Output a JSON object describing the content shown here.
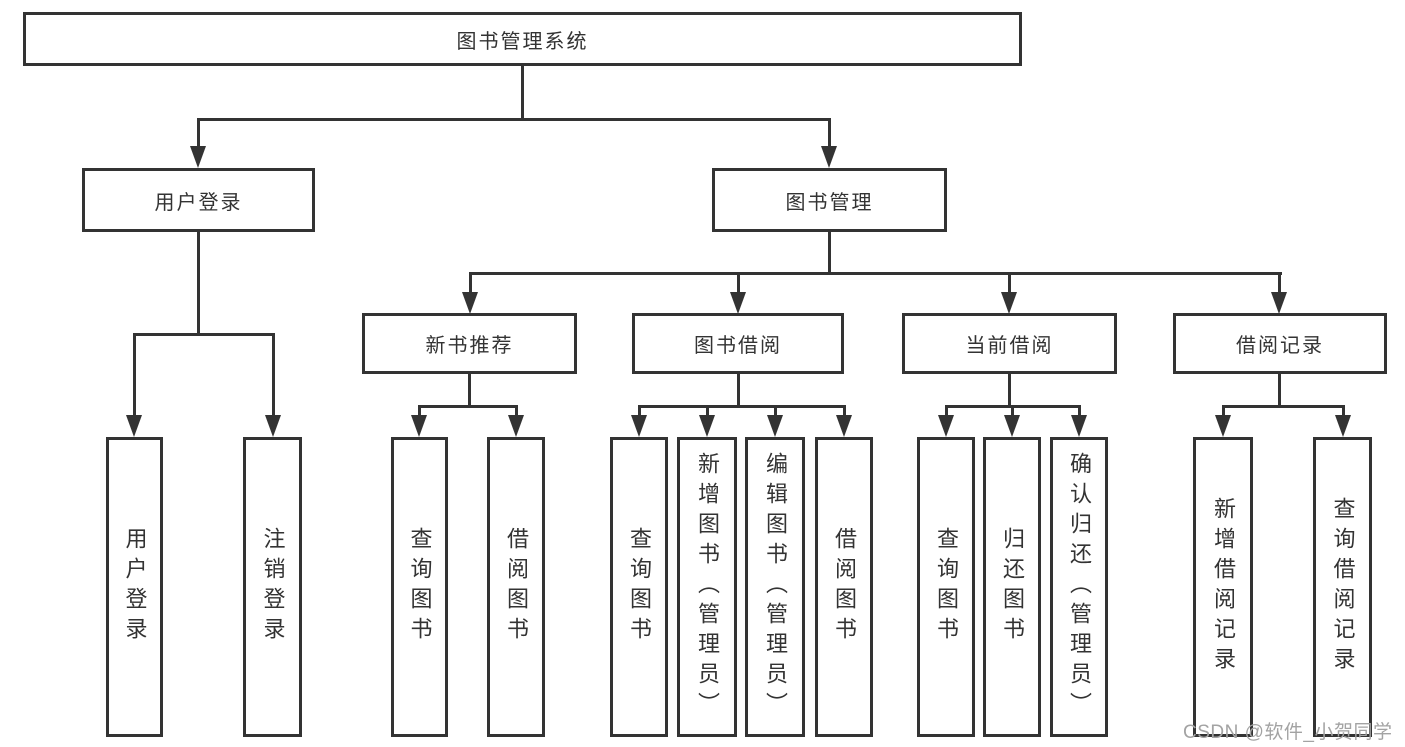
{
  "diagram": {
    "title": "图书管理系统",
    "branches": [
      {
        "label": "用户登录",
        "children": [
          {
            "label": "用户登录"
          },
          {
            "label": "注销登录"
          }
        ]
      },
      {
        "label": "图书管理",
        "sections": [
          {
            "label": "新书推荐",
            "children": [
              {
                "label": "查询图书"
              },
              {
                "label": "借阅图书"
              }
            ]
          },
          {
            "label": "图书借阅",
            "children": [
              {
                "label": "查询图书"
              },
              {
                "label": "新增图书（管理员）"
              },
              {
                "label": "编辑图书（管理员）"
              },
              {
                "label": "借阅图书"
              }
            ]
          },
          {
            "label": "当前借阅",
            "children": [
              {
                "label": "查询图书"
              },
              {
                "label": "归还图书"
              },
              {
                "label": "确认归还（管理员）"
              }
            ]
          },
          {
            "label": "借阅记录",
            "children": [
              {
                "label": "新增借阅记录"
              },
              {
                "label": "查询借阅记录"
              }
            ]
          }
        ]
      }
    ]
  },
  "watermark": {
    "text": "CSDN @软件_小贺同学"
  },
  "colors": {
    "line": "#333333",
    "text": "#333333",
    "watermark": "#a3a3a3",
    "background": "#ffffff"
  }
}
